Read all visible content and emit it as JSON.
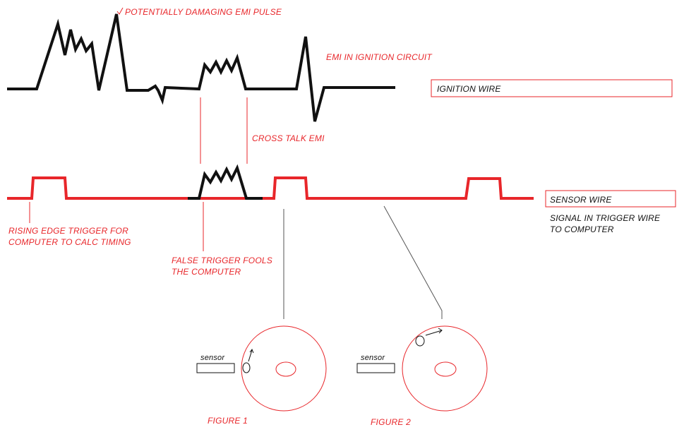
{
  "labels": {
    "emi_pulse": "POTENTIALLY DAMAGING EMI PULSE",
    "emi_ignition": "EMI  IN IGNITION CIRCUIT",
    "cross_talk": "CROSS TALK EMI",
    "rising_edge_line1": "RISING EDGE TRIGGER FOR",
    "rising_edge_line2": "COMPUTER TO CALC TIMING",
    "false_trigger_line1": "FALSE TRIGGER FOOLS",
    "false_trigger_line2": "THE COMPUTER",
    "ignition_wire_box": "IGNITION WIRE",
    "sensor_wire_box": "SENSOR WIRE",
    "signal_line1": "SIGNAL IN TRIGGER WIRE",
    "signal_line2": "TO COMPUTER",
    "sensor_fig1": "sensor",
    "sensor_fig2": "sensor",
    "figure1": "FIGURE 1",
    "figure2": "FIGURE 2"
  },
  "colors": {
    "signal_red": "#e8262a",
    "ignition_black": "#111111",
    "leader_line": "#555555"
  }
}
